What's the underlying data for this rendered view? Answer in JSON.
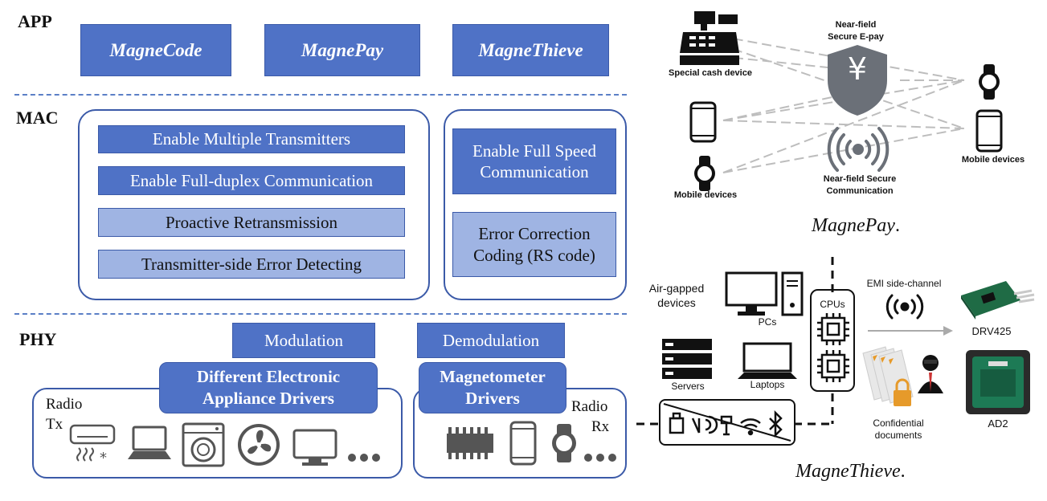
{
  "left": {
    "layers": {
      "app": "APP",
      "mac": "MAC",
      "phy": "PHY"
    },
    "apps": [
      "MagneCode",
      "MagnePay",
      "MagneThieve"
    ],
    "mac_features": [
      "Enable Multiple Transmitters",
      "Enable Full-duplex Communication",
      "Proactive Retransmission",
      "Transmitter-side Error Detecting"
    ],
    "mac_right": [
      "Enable Full Speed Communication",
      "Error Correction Coding (RS code)"
    ],
    "phy": {
      "modulation": "Modulation",
      "demodulation": "Demodulation",
      "tx_drivers": "Different Electronic Appliance Drivers",
      "rx_drivers": "Magnetometer Drivers",
      "radio_tx_1": "Radio",
      "radio_tx_2": "Tx",
      "radio_rx_1": "Radio",
      "radio_rx_2": "Rx",
      "tx_icons": [
        "air-conditioner-icon",
        "laptop-icon",
        "washing-machine-icon",
        "fan-icon",
        "monitor-icon",
        "ellipsis-icon"
      ],
      "rx_icons": [
        "chip-icon",
        "phone-icon",
        "watch-icon",
        "ellipsis-icon"
      ]
    }
  },
  "magnepay": {
    "cash_device": "Special cash device",
    "epay_1": "Near-field",
    "epay_2": "Secure E-pay",
    "comm_1": "Near-field Secure",
    "comm_2": "Communication",
    "mobile_left": "Mobile devices",
    "mobile_right": "Mobile devices",
    "currency_symbol": "¥",
    "caption": "MagnePay",
    "caption_suffix": "."
  },
  "magnethieve": {
    "airgap_1": "Air-gapped",
    "airgap_2": "devices",
    "pcs": "PCs",
    "servers": "Servers",
    "laptops": "Laptops",
    "cpus": "CPUs",
    "emi": "EMI side-channel",
    "drv": "DRV425",
    "ad2": "AD2",
    "conf_1": "Confidential",
    "conf_2": "documents",
    "caption": "MagneThieve",
    "caption_suffix": "."
  },
  "colors": {
    "accent": "#4f72c6",
    "light": "#9fb4e3",
    "border": "#3b5aa8",
    "shield": "#6b7078",
    "dashed": "#bdbdbd"
  }
}
